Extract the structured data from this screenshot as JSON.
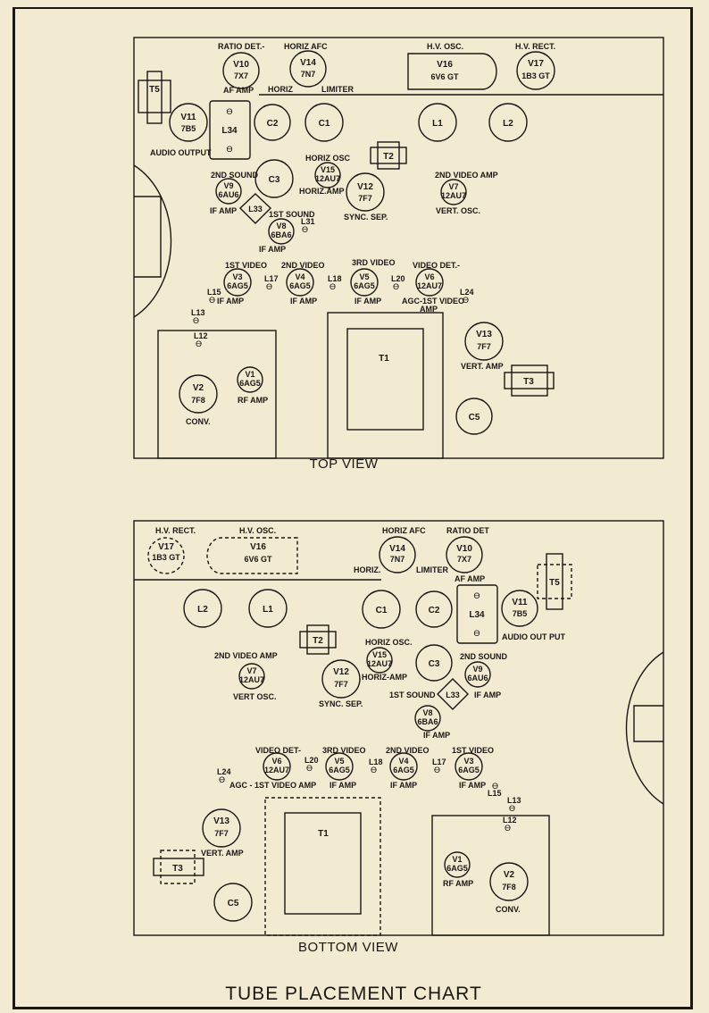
{
  "title": "TUBE PLACEMENT CHART",
  "colors": {
    "paper": "#f3ead2",
    "ink": "#1a1714"
  },
  "top_view": {
    "caption": "TOP VIEW",
    "tubes": [
      {
        "id": "V10",
        "type": "7X7",
        "function": "RATIO DET.-"
      },
      {
        "id": "V14",
        "type": "7N7",
        "function": "HORIZ AFC"
      },
      {
        "id": "V16",
        "type": "6V6 GT",
        "function": "H.V. OSC."
      },
      {
        "id": "V17",
        "type": "1B3 GT",
        "function": "H.V. RECT."
      },
      {
        "id": "V11",
        "type": "7B5",
        "function": "AUDIO OUTPUT"
      },
      {
        "id": "V15",
        "type": "12AU7",
        "function": "HORIZ OSC"
      },
      {
        "id": "V12",
        "type": "7F7",
        "function": "SYNC. SEP."
      },
      {
        "id": "V9",
        "type": "6AU6",
        "function": "2ND SOUND"
      },
      {
        "id": "V8",
        "type": "6BA6",
        "function": "1ST SOUND"
      },
      {
        "id": "V7",
        "type": "12AU7",
        "function": "2ND VIDEO AMP"
      },
      {
        "id": "V3",
        "type": "6AG5",
        "function": "1ST VIDEO"
      },
      {
        "id": "V4",
        "type": "6AG5",
        "function": "2ND VIDEO"
      },
      {
        "id": "V5",
        "type": "6AG5",
        "function": "3RD VIDEO"
      },
      {
        "id": "V6",
        "type": "12AU7",
        "function": "VIDEO DET.-"
      },
      {
        "id": "V13",
        "type": "7F7",
        "function": "VERT. AMP"
      },
      {
        "id": "V2",
        "type": "7F8",
        "function": "CONV."
      },
      {
        "id": "V1",
        "type": "6AG5",
        "function": "RF AMP"
      }
    ],
    "labels": {
      "af_amp": "AF AMP",
      "horiz": "HORIZ",
      "limiter": "LIMITER",
      "horiz_amp": "HORIZ.AMP",
      "if_amp": "IF AMP",
      "vert_osc": "VERT. OSC.",
      "agc_video": "AGC-1ST VIDEO",
      "amp": "AMP"
    },
    "components": {
      "T5": "T5",
      "L34": "L34",
      "C2": "C2",
      "C1": "C1",
      "L1": "L1",
      "L2": "L2",
      "T2": "T2",
      "C3": "C3",
      "L33": "L33",
      "L31": "L31",
      "T1": "T1",
      "T3": "T3",
      "C5": "C5",
      "L15": "L15",
      "L17": "L17",
      "L18": "L18",
      "L20": "L20",
      "L24": "L24",
      "L13": "L13",
      "L12": "L12"
    }
  },
  "bottom_view": {
    "caption": "BOTTOM VIEW",
    "tubes": [
      {
        "id": "V17",
        "type": "1B3 GT",
        "function": "H.V. RECT."
      },
      {
        "id": "V16",
        "type": "6V6 GT",
        "function": "H.V. OSC."
      },
      {
        "id": "V14",
        "type": "7N7",
        "function": "HORIZ AFC"
      },
      {
        "id": "V10",
        "type": "7X7",
        "function": "RATIO DET"
      },
      {
        "id": "V11",
        "type": "7B5",
        "function": "AUDIO OUT PUT"
      },
      {
        "id": "V7",
        "type": "12AU7",
        "function": "2ND VIDEO AMP"
      },
      {
        "id": "V12",
        "type": "7F7",
        "function": "SYNC. SEP."
      },
      {
        "id": "V15",
        "type": "12AU7",
        "function": "HORIZ OSC."
      },
      {
        "id": "V9",
        "type": "6AU6",
        "function": "2ND SOUND"
      },
      {
        "id": "V8",
        "type": "6BA6",
        "function": "1ST SOUND"
      },
      {
        "id": "V6",
        "type": "12AU7",
        "function": "VIDEO DET-"
      },
      {
        "id": "V5",
        "type": "6AG5",
        "function": "3RD VIDEO"
      },
      {
        "id": "V4",
        "type": "6AG5",
        "function": "2ND VIDEO"
      },
      {
        "id": "V3",
        "type": "6AG5",
        "function": "1ST VIDEO"
      },
      {
        "id": "V13",
        "type": "7F7",
        "function": "VERT. AMP"
      },
      {
        "id": "V1",
        "type": "6AG5",
        "function": "RF AMP"
      },
      {
        "id": "V2",
        "type": "7F8",
        "function": "CONV."
      }
    ],
    "labels": {
      "horiz": "HORIZ.",
      "limiter": "LIMITER",
      "af_amp": "AF AMP",
      "horiz_amp": "HORIZ-AMP",
      "vert_osc": "VERT OSC.",
      "if_amp": "IF AMP",
      "agc_video": "AGC - 1ST VIDEO AMP"
    },
    "components": {
      "T5": "T5",
      "L34": "L34",
      "C2": "C2",
      "C1": "C1",
      "L1": "L1",
      "L2": "L2",
      "T2": "T2",
      "C3": "C3",
      "L33": "L33",
      "T1": "T1",
      "T3": "T3",
      "C5": "C5",
      "L15": "L15",
      "L17": "L17",
      "L18": "L18",
      "L20": "L20",
      "L24": "L24",
      "L13": "L13",
      "L12": "L12"
    }
  }
}
